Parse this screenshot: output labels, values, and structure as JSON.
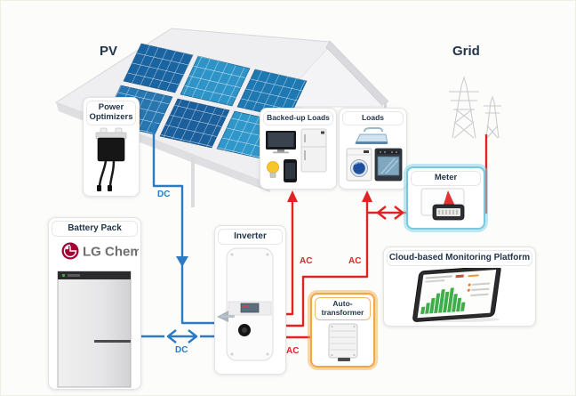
{
  "diagram": {
    "pv_label": "PV",
    "grid_label": "Grid",
    "line_labels": {
      "dc_pv": "DC",
      "dc_battery": "DC",
      "ac_backup": "AC",
      "ac_loads": "AC",
      "ac_transformer": "AC"
    },
    "boxes": {
      "power_optimizers": {
        "title": "Power Optimizers"
      },
      "backed_up_loads": {
        "title": "Backed-up Loads"
      },
      "loads": {
        "title": "Loads"
      },
      "meter": {
        "title": "Meter"
      },
      "battery": {
        "title": "Battery Pack",
        "brand": "LG Chem"
      },
      "inverter": {
        "title": "Inverter"
      },
      "auto_transformer": {
        "title": "Auto-transformer"
      },
      "cloud": {
        "title": "Cloud-based Monitoring Platform"
      }
    },
    "colors": {
      "dc_line": "#2a7ac4",
      "ac_line": "#e02424",
      "meter_glow": "#74cadf",
      "transformer_glow": "#f2a64a",
      "label_text": "#22354a",
      "lg_red": "#a50034",
      "panel_blue": "#1e6fae",
      "chart_green": "#3fae4a"
    },
    "icons": {
      "solar-panel-icon": "svg-shape",
      "power-optimizer-icon": "svg-shape",
      "tv-icon": "svg-shape",
      "fridge-icon": "svg-shape",
      "bulb-icon": "svg-shape",
      "phone-icon": "svg-shape",
      "iron-icon": "svg-shape",
      "washer-icon": "svg-shape",
      "oven-icon": "svg-shape",
      "meter-icon": "svg-shape",
      "battery-icon": "svg-shape",
      "inverter-icon": "svg-shape",
      "transformer-icon": "svg-shape",
      "monitoring-tablet-icon": "svg-shape",
      "transmission-tower-icon": "svg-shape",
      "lg-chem-logo": "svg-shape"
    }
  }
}
